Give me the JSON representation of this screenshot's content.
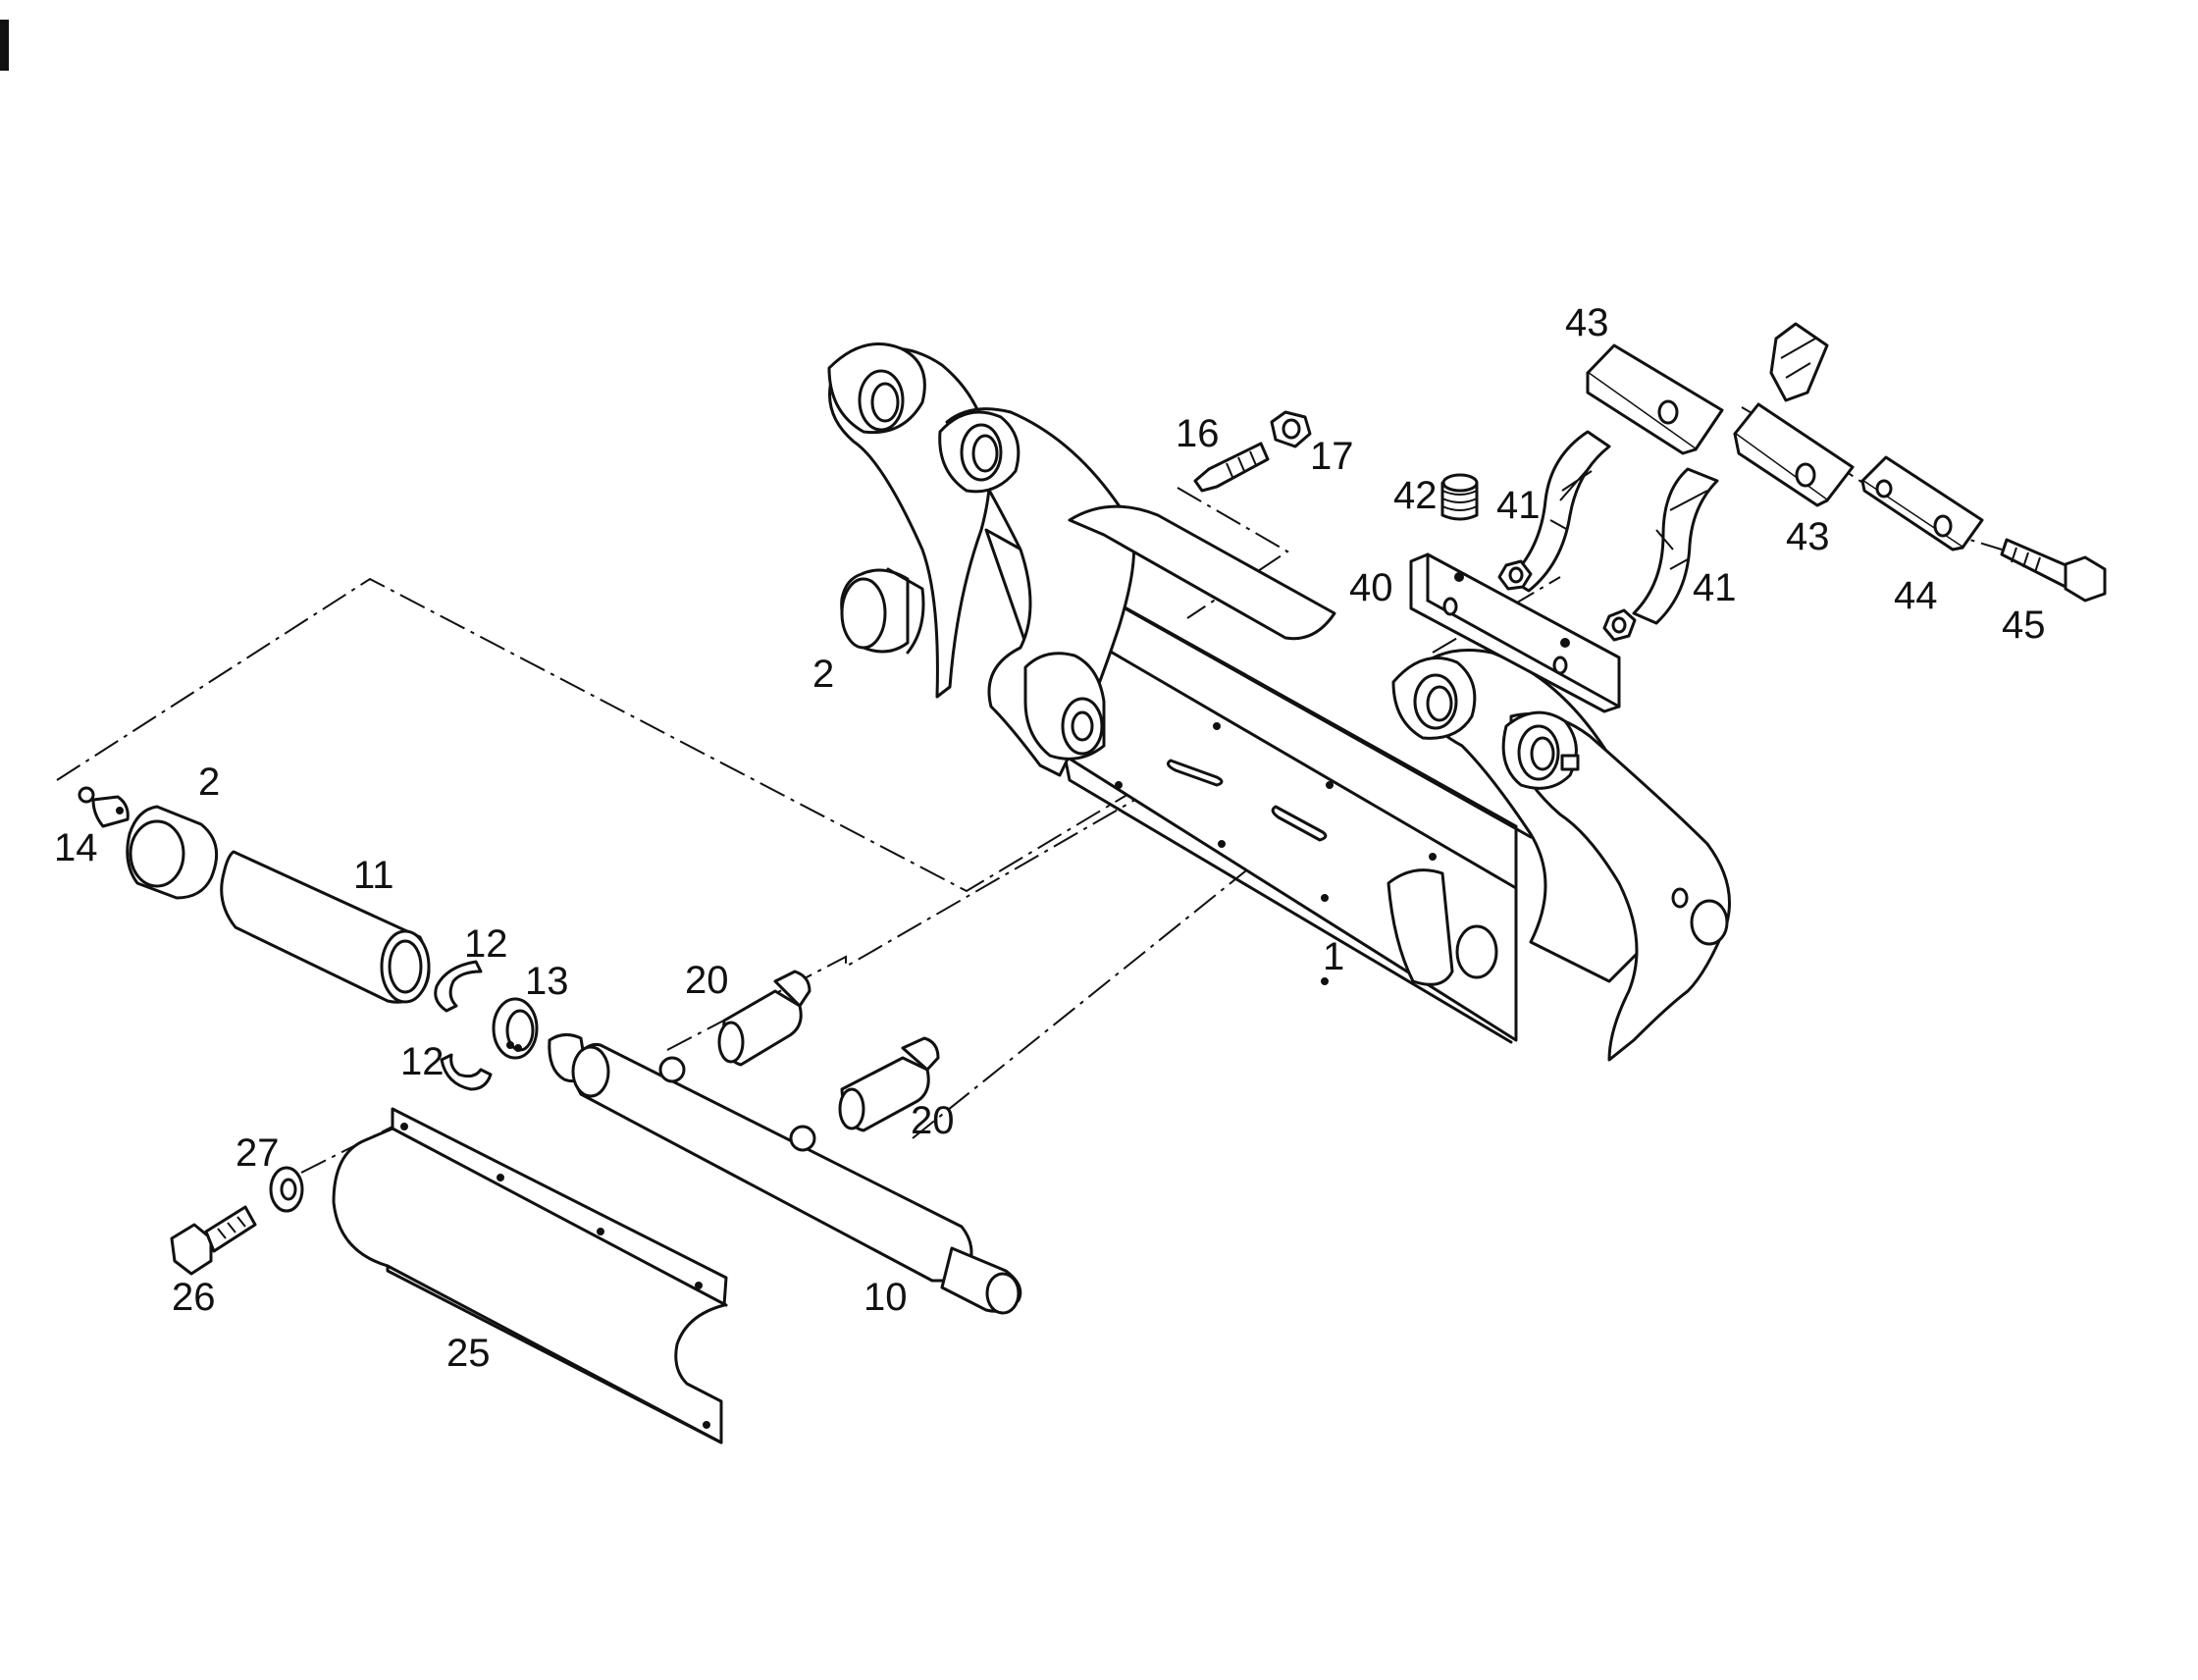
{
  "callouts": {
    "c1": "1",
    "c2a": "2",
    "c2b": "2",
    "c10": "10",
    "c11": "11",
    "c12a": "12",
    "c12b": "12",
    "c13": "13",
    "c14": "14",
    "c16": "16",
    "c17": "17",
    "c20a": "20",
    "c20b": "20",
    "c25": "25",
    "c26": "26",
    "c27": "27",
    "c40": "40",
    "c41a": "41",
    "c41b": "41",
    "c42": "42",
    "c43a": "43",
    "c43b": "43",
    "c44": "44",
    "c45": "45"
  }
}
